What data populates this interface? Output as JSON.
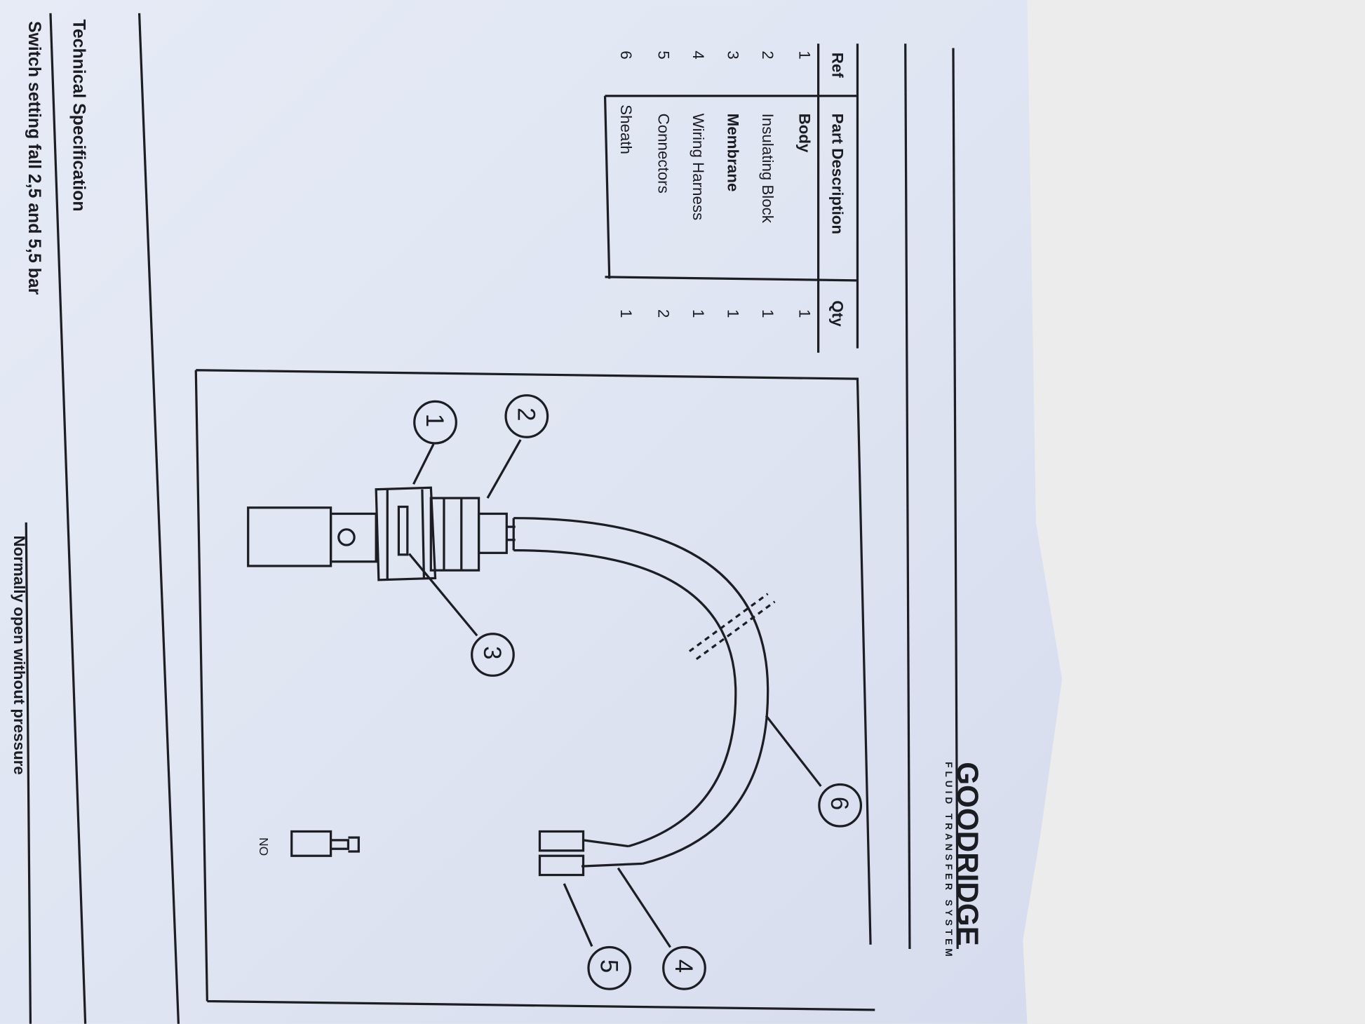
{
  "document": {
    "brand": {
      "name": "GOODRIDGE",
      "tagline": "FLUID TRANSFER SYSTEM"
    },
    "parts_table": {
      "headers": {
        "ref": "Ref",
        "description": "Part Description",
        "qty": "Qty"
      },
      "rows": [
        {
          "ref": "1",
          "description": "Body",
          "qty": "1"
        },
        {
          "ref": "2",
          "description": "Insulating Block",
          "qty": "1"
        },
        {
          "ref": "3",
          "description": "Membrane",
          "qty": "1"
        },
        {
          "ref": "4",
          "description": "Wiring Harness",
          "qty": "1"
        },
        {
          "ref": "5",
          "description": "Connectors",
          "qty": "2"
        },
        {
          "ref": "6",
          "description": "Sheath",
          "qty": "1"
        }
      ]
    },
    "diagram": {
      "callouts": [
        "1",
        "2",
        "3",
        "4",
        "5",
        "6"
      ],
      "symbol_label": "NO"
    },
    "technical_specification": {
      "title": "Technical Specification",
      "switch_setting": "Switch setting fall 2,5 and 5,5 bar",
      "contact_note": "Normally open without pressure"
    }
  }
}
